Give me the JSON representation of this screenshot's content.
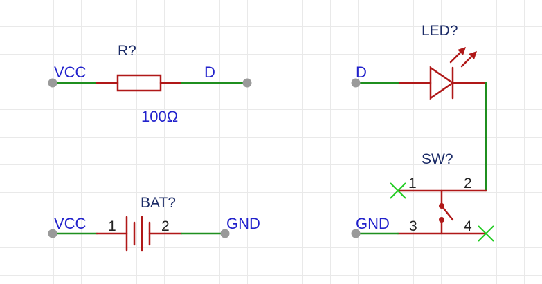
{
  "resistor": {
    "designator": "R?",
    "value": "100Ω",
    "left_net": "VCC",
    "right_net": "D"
  },
  "battery": {
    "designator": "BAT?",
    "left_net": "VCC",
    "right_net": "GND",
    "pin1": "1",
    "pin2": "2"
  },
  "led": {
    "designator": "LED?",
    "net": "D"
  },
  "switch": {
    "designator": "SW?",
    "net": "GND",
    "pin1": "1",
    "pin2": "2",
    "pin3": "3",
    "pin4": "4"
  },
  "colors": {
    "wire": "#1f8f1f",
    "component": "#b01818",
    "net_label": "#2222cc",
    "no_connect": "#22cc22"
  }
}
